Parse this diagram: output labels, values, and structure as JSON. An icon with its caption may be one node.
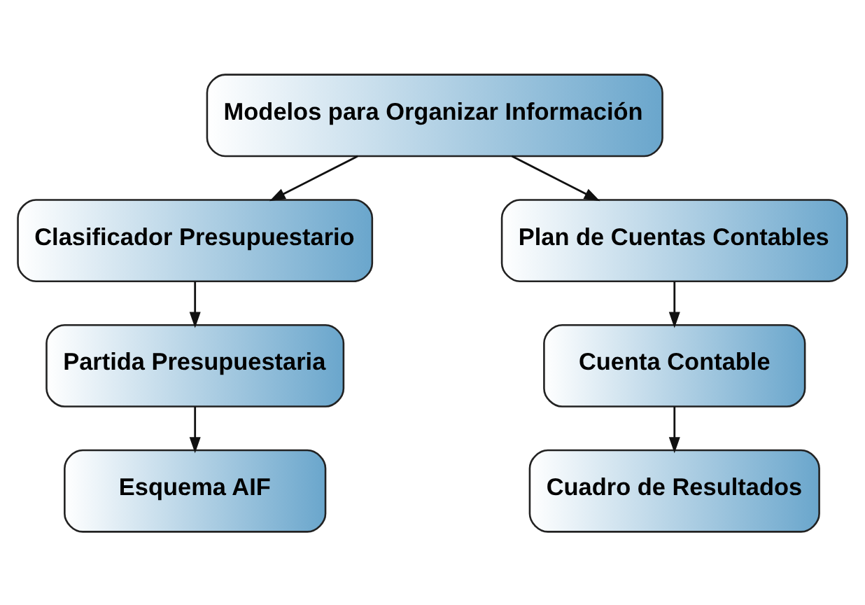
{
  "diagram": {
    "nodes": [
      {
        "text": [
          "Modelos para Organizar Información"
        ]
      },
      {
        "text": [
          "Clasificador Presupuestario"
        ]
      },
      {
        "text": [
          "Partida Presupuestaria"
        ]
      },
      {
        "text": [
          "Esquema AIF"
        ]
      },
      {
        "text": [
          "Plan de Cuentas Contables"
        ]
      },
      {
        "text": [
          "Cuenta Contable"
        ]
      },
      {
        "text": [
          "Cuadro de Resultados"
        ]
      }
    ],
    "edges": [
      {
        "from": 0,
        "to": 1,
        "arrow": "to"
      },
      {
        "from": 0,
        "to": 4,
        "arrow": "to"
      },
      {
        "from": 1,
        "to": 2,
        "arrow": "to"
      },
      {
        "from": 2,
        "to": 3,
        "arrow": "to"
      },
      {
        "from": 4,
        "to": 5,
        "arrow": "to"
      },
      {
        "from": 5,
        "to": 6,
        "arrow": "to"
      }
    ]
  }
}
